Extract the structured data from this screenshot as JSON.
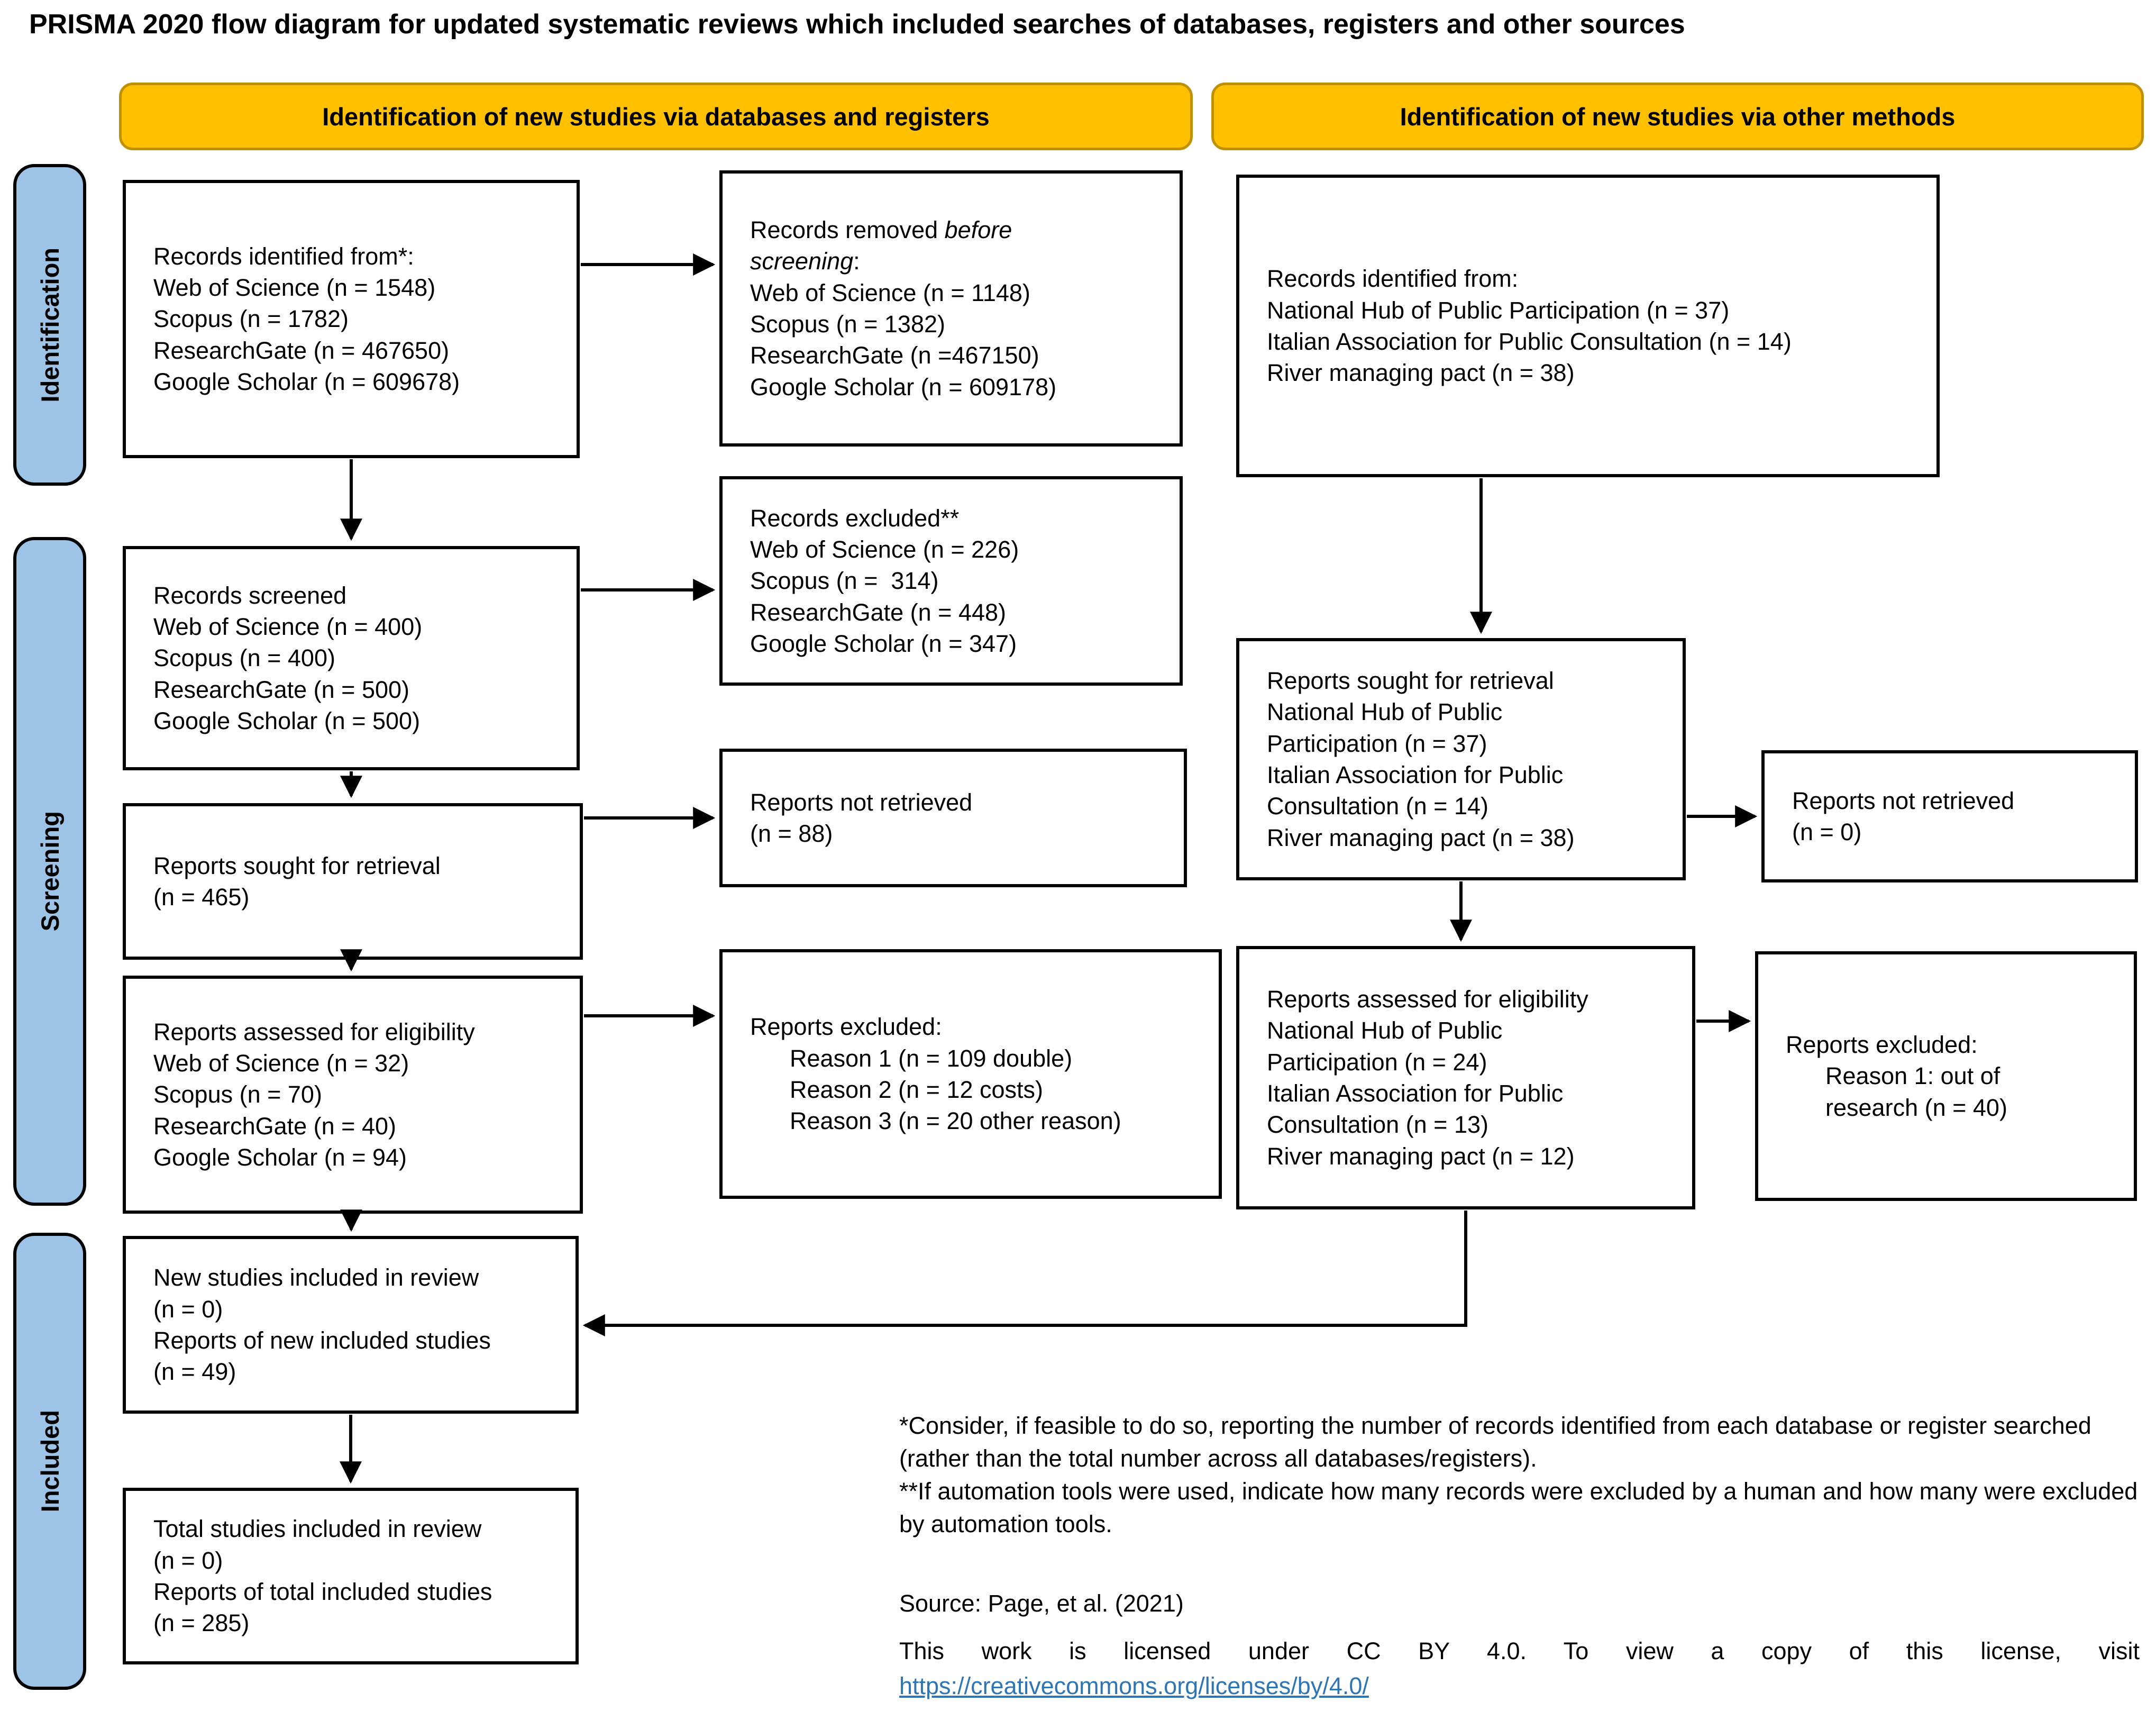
{
  "title": "PRISMA 2020 flow diagram for updated systematic reviews which included searches of databases, registers and other sources",
  "section_headers": {
    "databases": "Identification of new studies via databases and registers",
    "other_methods": "Identification of new studies via other methods"
  },
  "sidebar": {
    "identification": "Identification",
    "screening": "Screening",
    "included": "Included"
  },
  "boxes": {
    "a1": {
      "lines": [
        "Records identified from*:",
        "Web of Science (n = 1548)",
        "Scopus (n = 1782)",
        "ResearchGate (n = 467650)",
        "Google Scholar (n = 609678)"
      ]
    },
    "b1": {
      "line1_normal": "Records removed ",
      "line1_italic": "before",
      "line2_italic": "screening",
      "line2_suffix": ":",
      "lines": [
        "Web of Science (n = 1148)",
        "Scopus (n = 1382)",
        "ResearchGate (n =467150)",
        "Google Scholar (n = 609178)"
      ]
    },
    "c1": {
      "lines": [
        "Records identified from:",
        "National Hub of Public Participation (n = 37)",
        "Italian Association for Public Consultation (n = 14)",
        "River managing pact (n = 38)"
      ]
    },
    "a2": {
      "lines": [
        "Records screened",
        "Web of Science (n = 400)",
        "Scopus (n = 400)",
        "ResearchGate (n = 500)",
        "Google Scholar (n = 500)"
      ]
    },
    "b2": {
      "lines": [
        "Records excluded**",
        "Web of Science (n = 226)",
        "Scopus (n =  314)",
        "ResearchGate (n = 448)",
        "Google Scholar (n = 347)"
      ]
    },
    "a3": {
      "lines": [
        "Reports sought for retrieval",
        "(n = 465)"
      ]
    },
    "b3": {
      "lines": [
        "Reports not retrieved",
        "(n = 88)"
      ]
    },
    "c2": {
      "lines": [
        "Reports sought for retrieval",
        "National Hub of Public",
        "Participation (n = 37)",
        "Italian Association for Public",
        "Consultation (n = 14)",
        "River managing pact (n = 38)"
      ]
    },
    "d1": {
      "lines": [
        "Reports not retrieved",
        "(n = 0)"
      ]
    },
    "a4": {
      "lines": [
        "Reports assessed for eligibility",
        "Web of Science (n = 32)",
        "Scopus (n = 70)",
        "ResearchGate (n = 40)",
        "Google Scholar (n = 94)"
      ]
    },
    "b4": {
      "lines": [
        "Reports excluded:",
        "      Reason 1 (n = 109 double)",
        "      Reason 2 (n = 12 costs)",
        "      Reason 3 (n = 20 other reason)"
      ]
    },
    "c4": {
      "lines": [
        "Reports assessed for eligibility",
        "National Hub of Public",
        "Participation (n = 24)",
        "Italian Association for Public",
        "Consultation (n = 13)",
        "River managing pact (n = 12)"
      ]
    },
    "d2": {
      "lines": [
        "Reports excluded:",
        "      Reason 1: out of",
        "      research (n = 40)"
      ]
    },
    "a5": {
      "lines": [
        "New studies included in review",
        "(n = 0)",
        "Reports of new included studies",
        "(n = 49)"
      ]
    },
    "a6": {
      "lines": [
        "Total studies included in review",
        "(n = 0)",
        "Reports of total included studies",
        "(n = 285)"
      ]
    }
  },
  "footnotes": {
    "star": "*Consider, if feasible to do so, reporting the number of records identified from each database or register searched (rather than the total number across all databases/registers).",
    "double_star": "**If automation tools were used, indicate how many records were excluded by a human and how many were excluded by automation tools.",
    "source": "Source: Page, et al. (2021)",
    "license_text": "This work is licensed under CC BY 4.0. To view a copy of this license, visit",
    "license_url": "https://creativecommons.org/licenses/by/4.0/"
  },
  "colors": {
    "header_fill": "#FFC000",
    "header_border": "#BF9000",
    "sidebar_fill": "#9DC3E6",
    "link": "#2E75B6"
  }
}
